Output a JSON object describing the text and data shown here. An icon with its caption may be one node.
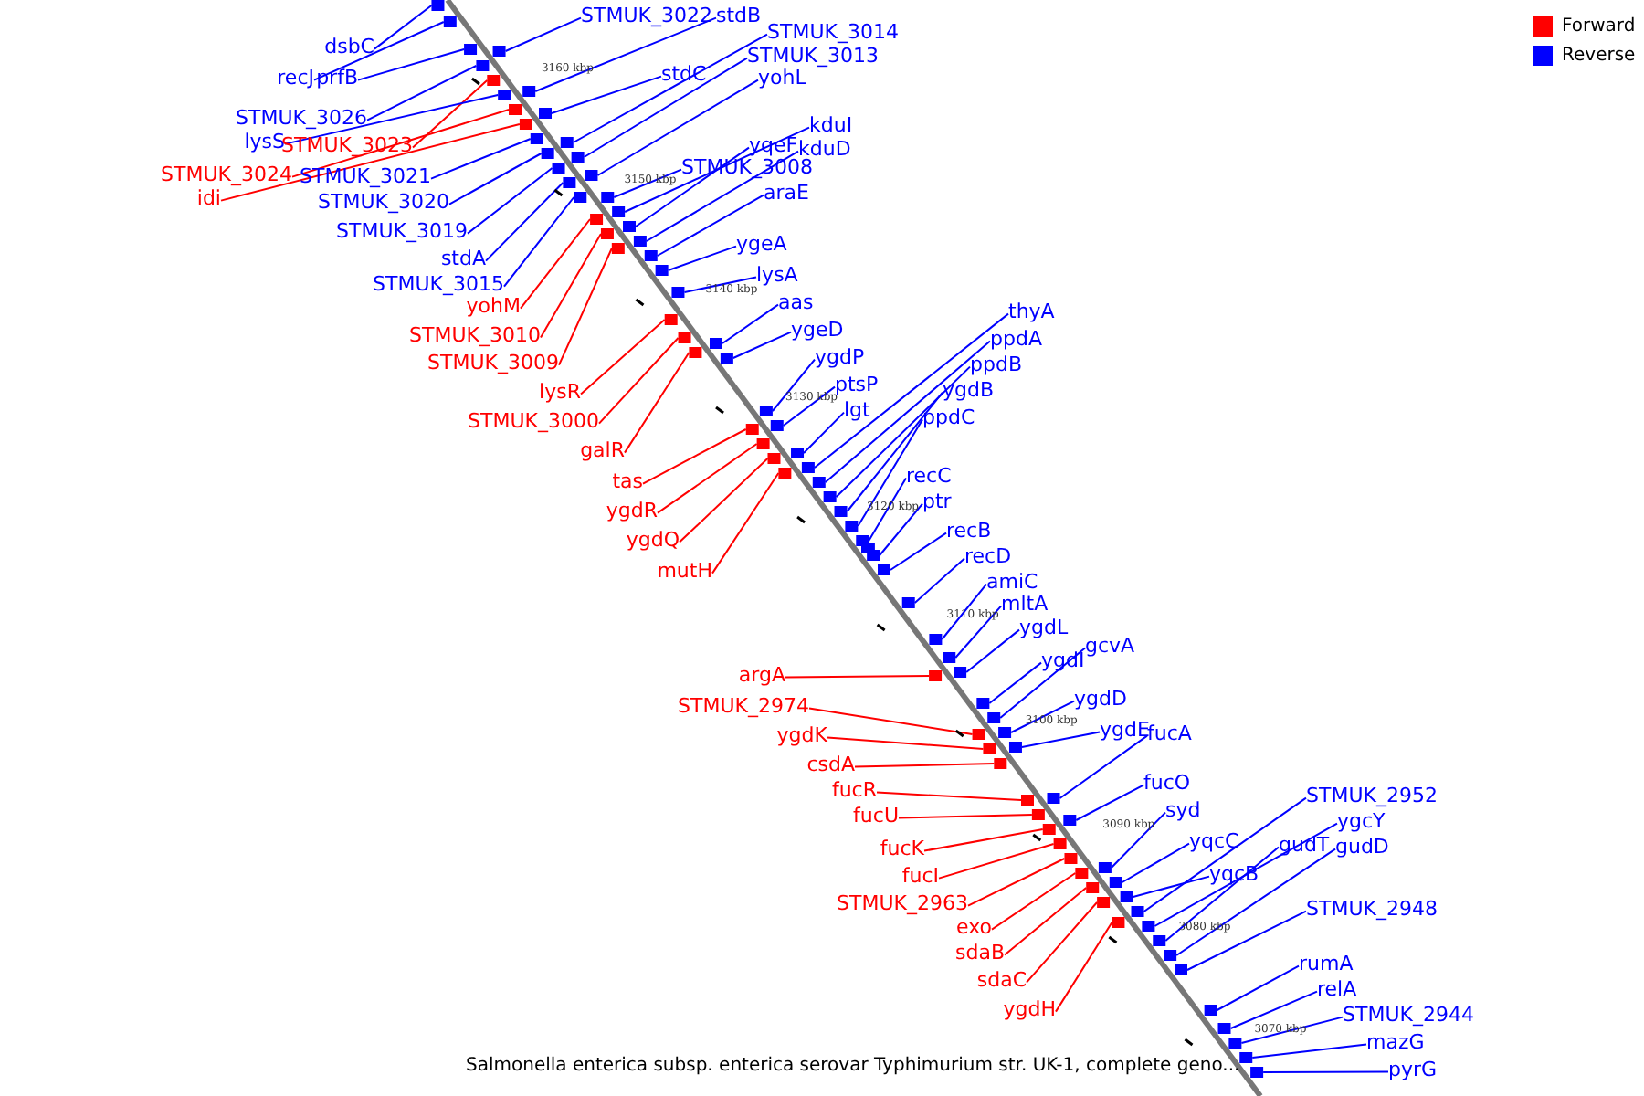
{
  "diagram": {
    "caption": "Salmonella enterica subsp. enterica serovar Typhimurium str. UK-1, complete geno...",
    "nodes": [
      {
        "text": [
          "STMUK_3022"
        ]
      },
      {
        "text": [
          "stdB"
        ]
      },
      {
        "text": [
          "STMUK_3014"
        ]
      },
      {
        "text": [
          "dsbC"
        ]
      },
      {
        "text": [
          "STMUK_3013"
        ]
      },
      {
        "text": [
          "stdC"
        ]
      },
      {
        "text": [
          "yohL"
        ]
      },
      {
        "text": [
          "recJ"
        ]
      },
      {
        "text": [
          "prfB"
        ]
      },
      {
        "text": [
          "STMUK_3026"
        ]
      },
      {
        "text": [
          "kduI"
        ]
      },
      {
        "text": [
          "lysS"
        ]
      },
      {
        "text": [
          "yqeF"
        ]
      },
      {
        "text": [
          "STMUK_3023"
        ]
      },
      {
        "text": [
          "kduD"
        ]
      },
      {
        "text": [
          "STMUK_3008"
        ]
      },
      {
        "text": [
          "STMUK_3024"
        ]
      },
      {
        "text": [
          "STMUK_3021"
        ]
      },
      {
        "text": [
          "araE"
        ]
      },
      {
        "text": [
          "idi"
        ]
      },
      {
        "text": [
          "STMUK_3020"
        ]
      },
      {
        "text": [
          "STMUK_3019"
        ]
      },
      {
        "text": [
          "ygeA"
        ]
      },
      {
        "text": [
          "stdA"
        ]
      },
      {
        "text": [
          "lysA"
        ]
      },
      {
        "text": [
          "STMUK_3015"
        ]
      },
      {
        "text": [
          "aas"
        ]
      },
      {
        "text": [
          "yohM"
        ]
      },
      {
        "text": [
          "thyA"
        ]
      },
      {
        "text": [
          "ygeD"
        ]
      },
      {
        "text": [
          "STMUK_3010"
        ]
      },
      {
        "text": [
          "ppdA"
        ]
      },
      {
        "text": [
          "ygdP"
        ]
      },
      {
        "text": [
          "STMUK_3009"
        ]
      },
      {
        "text": [
          "ppdB"
        ]
      },
      {
        "text": [
          "ptsP"
        ]
      },
      {
        "text": [
          "ygdB"
        ]
      },
      {
        "text": [
          "lysR"
        ]
      },
      {
        "text": [
          "lgt"
        ]
      },
      {
        "text": [
          "ppdC"
        ]
      },
      {
        "text": [
          "STMUK_3000"
        ]
      },
      {
        "text": [
          "galR"
        ]
      },
      {
        "text": [
          "recC"
        ]
      },
      {
        "text": [
          "tas"
        ]
      },
      {
        "text": [
          "ptr"
        ]
      },
      {
        "text": [
          "ygdR"
        ]
      },
      {
        "text": [
          "recB"
        ]
      },
      {
        "text": [
          "ygdQ"
        ]
      },
      {
        "text": [
          "recD"
        ]
      },
      {
        "text": [
          "mutH"
        ]
      },
      {
        "text": [
          "amiC"
        ]
      },
      {
        "text": [
          "mltA"
        ]
      },
      {
        "text": [
          "ygdL"
        ]
      },
      {
        "text": [
          "gcvA"
        ]
      },
      {
        "text": [
          "ygdI"
        ]
      },
      {
        "text": [
          "argA"
        ]
      },
      {
        "text": [
          "ygdD"
        ]
      },
      {
        "text": [
          "STMUK_2974"
        ]
      },
      {
        "text": [
          "ygdE"
        ]
      },
      {
        "text": [
          "fucA"
        ]
      },
      {
        "text": [
          "ygdK"
        ]
      },
      {
        "text": [
          "csdA"
        ]
      },
      {
        "text": [
          "fucO"
        ]
      },
      {
        "text": [
          "fucR"
        ]
      },
      {
        "text": [
          "STMUK_2952"
        ]
      },
      {
        "text": [
          "syd"
        ]
      },
      {
        "text": [
          "fucU"
        ]
      },
      {
        "text": [
          "ygcY"
        ]
      },
      {
        "text": [
          "yqcC"
        ]
      },
      {
        "text": [
          "gudT"
        ]
      },
      {
        "text": [
          "gudD"
        ]
      },
      {
        "text": [
          "fucK"
        ]
      },
      {
        "text": [
          "yqcB"
        ]
      },
      {
        "text": [
          "fucI"
        ]
      },
      {
        "text": [
          "STMUK_2963"
        ]
      },
      {
        "text": [
          "STMUK_2948"
        ]
      },
      {
        "text": [
          "exo"
        ]
      },
      {
        "text": [
          "sdaB"
        ]
      },
      {
        "text": [
          "rumA"
        ]
      },
      {
        "text": [
          "sdaC"
        ]
      },
      {
        "text": [
          "relA"
        ]
      },
      {
        "text": [
          "ygdH"
        ]
      },
      {
        "text": [
          "STMUK_2944"
        ]
      },
      {
        "text": [
          "mazG"
        ]
      },
      {
        "text": [
          "pyrG"
        ]
      },
      {
        "text": [],
        "shape": "bar"
      },
      {
        "text": [],
        "shape": "bar"
      },
      {
        "text": [],
        "shape": "bar"
      },
      {
        "text": [],
        "shape": "bar"
      },
      {
        "text": [],
        "shape": "bar"
      },
      {
        "text": [],
        "shape": "bar"
      },
      {
        "text": [],
        "shape": "bar"
      },
      {
        "text": [],
        "shape": "bar"
      },
      {
        "text": [],
        "shape": "bar"
      },
      {
        "text": [],
        "shape": "bar"
      },
      {
        "text": [],
        "shape": "bar"
      },
      {
        "text": [],
        "shape": "bar"
      },
      {
        "text": [],
        "shape": "bar"
      },
      {
        "text": [],
        "shape": "bar"
      },
      {
        "text": [],
        "shape": "bar"
      },
      {
        "text": [],
        "shape": "bar"
      },
      {
        "text": [],
        "shape": "bar"
      },
      {
        "text": [],
        "shape": "bar"
      },
      {
        "text": [],
        "shape": "bar"
      },
      {
        "text": [],
        "shape": "bar"
      },
      {
        "text": [],
        "shape": "bar"
      },
      {
        "text": [],
        "shape": "bar"
      },
      {
        "text": [],
        "shape": "bar"
      },
      {
        "text": [],
        "shape": "bar"
      },
      {
        "text": [],
        "shape": "bar"
      },
      {
        "text": [],
        "shape": "bar"
      },
      {
        "text": [],
        "shape": "bar"
      },
      {
        "text": [],
        "shape": "bar"
      },
      {
        "text": [],
        "shape": "bar"
      },
      {
        "text": [],
        "shape": "bar"
      },
      {
        "text": [],
        "shape": "bar"
      },
      {
        "text": [],
        "shape": "bar"
      },
      {
        "text": [],
        "shape": "bar"
      },
      {
        "text": [],
        "shape": "bar"
      },
      {
        "text": [],
        "shape": "bar"
      },
      {
        "text": [],
        "shape": "bar"
      },
      {
        "text": [],
        "shape": "bar"
      },
      {
        "text": [],
        "shape": "bar"
      },
      {
        "text": [],
        "shape": "bar"
      },
      {
        "text": [],
        "shape": "bar"
      },
      {
        "text": [],
        "shape": "bar"
      },
      {
        "text": [],
        "shape": "bar"
      },
      {
        "text": [],
        "shape": "bar"
      },
      {
        "text": [],
        "shape": "bar"
      },
      {
        "text": [],
        "shape": "bar"
      },
      {
        "text": [],
        "shape": "bar"
      },
      {
        "text": [],
        "shape": "bar"
      },
      {
        "text": [],
        "shape": "bar"
      },
      {
        "text": [],
        "shape": "bar"
      },
      {
        "text": [],
        "shape": "bar"
      },
      {
        "text": [],
        "shape": "bar"
      },
      {
        "text": [],
        "shape": "bar"
      },
      {
        "text": [],
        "shape": "bar"
      },
      {
        "text": [],
        "shape": "bar"
      },
      {
        "text": [],
        "shape": "bar"
      },
      {
        "text": [],
        "shape": "bar"
      },
      {
        "text": [],
        "shape": "bar"
      },
      {
        "text": [],
        "shape": "bar"
      },
      {
        "text": [],
        "shape": "bar"
      },
      {
        "text": [],
        "shape": "bar"
      },
      {
        "text": [],
        "shape": "bar"
      },
      {
        "text": [],
        "shape": "bar"
      },
      {
        "text": [],
        "shape": "bar"
      },
      {
        "text": [],
        "shape": "bar"
      },
      {
        "text": [],
        "shape": "bar"
      },
      {
        "text": [],
        "shape": "bar"
      },
      {
        "text": [],
        "shape": "bar"
      },
      {
        "text": [],
        "shape": "bar"
      },
      {
        "text": [],
        "shape": "bar"
      },
      {
        "text": [],
        "shape": "bar"
      },
      {
        "text": [],
        "shape": "bar"
      },
      {
        "text": [],
        "shape": "bar"
      },
      {
        "text": [],
        "shape": "bar"
      },
      {
        "text": [],
        "shape": "bar"
      },
      {
        "text": [],
        "shape": "bar"
      },
      {
        "text": [],
        "shape": "bar"
      },
      {
        "text": [],
        "shape": "bar"
      },
      {
        "text": [],
        "shape": "bar"
      },
      {
        "text": [],
        "shape": "bar"
      },
      {
        "text": [],
        "shape": "bar"
      },
      {
        "text": [],
        "shape": "bar"
      },
      {
        "text": [],
        "shape": "bar"
      },
      {
        "text": [],
        "shape": "bar"
      },
      {
        "text": [],
        "shape": "bar"
      },
      {
        "text": [],
        "shape": "bar"
      },
      {
        "text": [],
        "shape": "bar"
      },
      {
        "text": [],
        "shape": "bar"
      },
      {
        "text": [],
        "shape": "bar"
      },
      {
        "text": [],
        "shape": "bar"
      },
      {
        "text": [],
        "shape": "bar"
      },
      {
        "text": [],
        "shape": "bar"
      },
      {
        "text": [],
        "shape": "bar"
      },
      {
        "text": [],
        "shape": "bar"
      },
      {
        "text": [],
        "shape": "bar"
      },
      {
        "text": [],
        "shape": "bar"
      }
    ],
    "edges": [
      {
        "from": 0,
        "to": 85,
        "arrow": "none"
      },
      {
        "from": 1,
        "to": 86,
        "arrow": "none"
      },
      {
        "from": 2,
        "to": 87,
        "arrow": "none"
      },
      {
        "from": 3,
        "to": 88,
        "arrow": "none"
      },
      {
        "from": 4,
        "to": 89,
        "arrow": "none"
      },
      {
        "from": 5,
        "to": 90,
        "arrow": "none"
      },
      {
        "from": 6,
        "to": 91,
        "arrow": "none"
      },
      {
        "from": 7,
        "to": 92,
        "arrow": "none"
      },
      {
        "from": 8,
        "to": 93,
        "arrow": "none"
      },
      {
        "from": 9,
        "to": 94,
        "arrow": "none"
      },
      {
        "from": 10,
        "to": 95,
        "arrow": "none"
      },
      {
        "from": 11,
        "to": 96,
        "arrow": "none"
      },
      {
        "from": 12,
        "to": 97,
        "arrow": "none"
      },
      {
        "from": 13,
        "to": 98,
        "arrow": "none",
        "color": "#ff0000"
      },
      {
        "from": 14,
        "to": 99,
        "arrow": "none"
      },
      {
        "from": 15,
        "to": 100,
        "arrow": "none"
      },
      {
        "from": 16,
        "to": 101,
        "arrow": "none",
        "color": "#ff0000"
      },
      {
        "from": 17,
        "to": 102,
        "arrow": "none"
      },
      {
        "from": 18,
        "to": 103,
        "arrow": "none"
      },
      {
        "from": 19,
        "to": 104,
        "arrow": "none",
        "color": "#ff0000"
      },
      {
        "from": 20,
        "to": 105,
        "arrow": "none"
      },
      {
        "from": 21,
        "to": 106,
        "arrow": "none"
      },
      {
        "from": 22,
        "to": 107,
        "arrow": "none"
      },
      {
        "from": 23,
        "to": 108,
        "arrow": "none"
      },
      {
        "from": 24,
        "to": 109,
        "arrow": "none"
      },
      {
        "from": 25,
        "to": 110,
        "arrow": "none"
      },
      {
        "from": 26,
        "to": 111,
        "arrow": "none"
      },
      {
        "from": 27,
        "to": 112,
        "arrow": "none",
        "color": "#ff0000"
      },
      {
        "from": 28,
        "to": 113,
        "arrow": "none"
      },
      {
        "from": 29,
        "to": 114,
        "arrow": "none"
      },
      {
        "from": 30,
        "to": 115,
        "arrow": "none",
        "color": "#ff0000"
      },
      {
        "from": 31,
        "to": 116,
        "arrow": "none"
      },
      {
        "from": 32,
        "to": 117,
        "arrow": "none"
      },
      {
        "from": 33,
        "to": 118,
        "arrow": "none",
        "color": "#ff0000"
      },
      {
        "from": 34,
        "to": 119,
        "arrow": "none"
      },
      {
        "from": 35,
        "to": 120,
        "arrow": "none"
      },
      {
        "from": 36,
        "to": 121,
        "arrow": "none"
      },
      {
        "from": 37,
        "to": 122,
        "arrow": "none",
        "color": "#ff0000"
      },
      {
        "from": 38,
        "to": 123,
        "arrow": "none"
      },
      {
        "from": 39,
        "to": 124,
        "arrow": "none"
      },
      {
        "from": 40,
        "to": 125,
        "arrow": "none",
        "color": "#ff0000"
      },
      {
        "from": 41,
        "to": 126,
        "arrow": "none",
        "color": "#ff0000"
      },
      {
        "from": 42,
        "to": 127,
        "arrow": "none"
      },
      {
        "from": 43,
        "to": 128,
        "arrow": "none",
        "color": "#ff0000"
      },
      {
        "from": 44,
        "to": 129,
        "arrow": "none"
      },
      {
        "from": 45,
        "to": 130,
        "arrow": "none",
        "color": "#ff0000"
      },
      {
        "from": 46,
        "to": 131,
        "arrow": "none"
      },
      {
        "from": 47,
        "to": 132,
        "arrow": "none",
        "color": "#ff0000"
      },
      {
        "from": 48,
        "to": 133,
        "arrow": "none"
      },
      {
        "from": 49,
        "to": 134,
        "arrow": "none",
        "color": "#ff0000"
      },
      {
        "from": 50,
        "to": 135,
        "arrow": "none"
      },
      {
        "from": 51,
        "to": 136,
        "arrow": "none"
      },
      {
        "from": 52,
        "to": 137,
        "arrow": "none"
      },
      {
        "from": 53,
        "to": 138,
        "arrow": "none"
      },
      {
        "from": 54,
        "to": 139,
        "arrow": "none"
      },
      {
        "from": 55,
        "to": 140,
        "arrow": "none",
        "color": "#ff0000"
      },
      {
        "from": 56,
        "to": 141,
        "arrow": "none"
      },
      {
        "from": 57,
        "to": 142,
        "arrow": "none",
        "color": "#ff0000"
      },
      {
        "from": 58,
        "to": 143,
        "arrow": "none"
      },
      {
        "from": 59,
        "to": 144,
        "arrow": "none"
      },
      {
        "from": 60,
        "to": 145,
        "arrow": "none",
        "color": "#ff0000"
      },
      {
        "from": 61,
        "to": 146,
        "arrow": "none",
        "color": "#ff0000"
      },
      {
        "from": 62,
        "to": 147,
        "arrow": "none"
      },
      {
        "from": 63,
        "to": 148,
        "arrow": "none",
        "color": "#ff0000"
      },
      {
        "from": 64,
        "to": 149,
        "arrow": "none"
      },
      {
        "from": 65,
        "to": 150,
        "arrow": "none"
      },
      {
        "from": 66,
        "to": 151,
        "arrow": "none",
        "color": "#ff0000"
      },
      {
        "from": 67,
        "to": 152,
        "arrow": "none"
      },
      {
        "from": 68,
        "to": 153,
        "arrow": "none"
      },
      {
        "from": 69,
        "to": 154,
        "arrow": "none"
      },
      {
        "from": 70,
        "to": 155,
        "arrow": "none"
      },
      {
        "from": 71,
        "to": 156,
        "arrow": "none",
        "color": "#ff0000"
      },
      {
        "from": 72,
        "to": 157,
        "arrow": "none"
      },
      {
        "from": 73,
        "to": 158,
        "arrow": "none",
        "color": "#ff0000"
      },
      {
        "from": 74,
        "to": 159,
        "arrow": "none",
        "color": "#ff0000"
      },
      {
        "from": 75,
        "to": 160,
        "arrow": "none"
      },
      {
        "from": 76,
        "to": 161,
        "arrow": "none",
        "color": "#ff0000"
      },
      {
        "from": 77,
        "to": 162,
        "arrow": "none",
        "color": "#ff0000"
      },
      {
        "from": 78,
        "to": 163,
        "arrow": "none"
      },
      {
        "from": 79,
        "to": 164,
        "arrow": "none",
        "color": "#ff0000"
      },
      {
        "from": 80,
        "to": 165,
        "arrow": "none"
      },
      {
        "from": 81,
        "to": 166,
        "arrow": "none",
        "color": "#ff0000"
      },
      {
        "from": 82,
        "to": 167,
        "arrow": "none"
      },
      {
        "from": 83,
        "to": 168,
        "arrow": "none"
      },
      {
        "from": 84,
        "to": 169,
        "arrow": "none"
      }
    ],
    "labels": [
      "3160 kbp",
      "3150 kbp",
      "3140 kbp",
      "3130 kbp",
      "3120 kbp",
      "3110 kbp",
      "3100 kbp",
      "3090 kbp",
      "3080 kbp",
      "3070 kbp"
    ],
    "legend": [
      {
        "text": "Forward",
        "color": "#ff0000"
      },
      {
        "text": "Reverse",
        "color": "#0000ff"
      }
    ]
  }
}
